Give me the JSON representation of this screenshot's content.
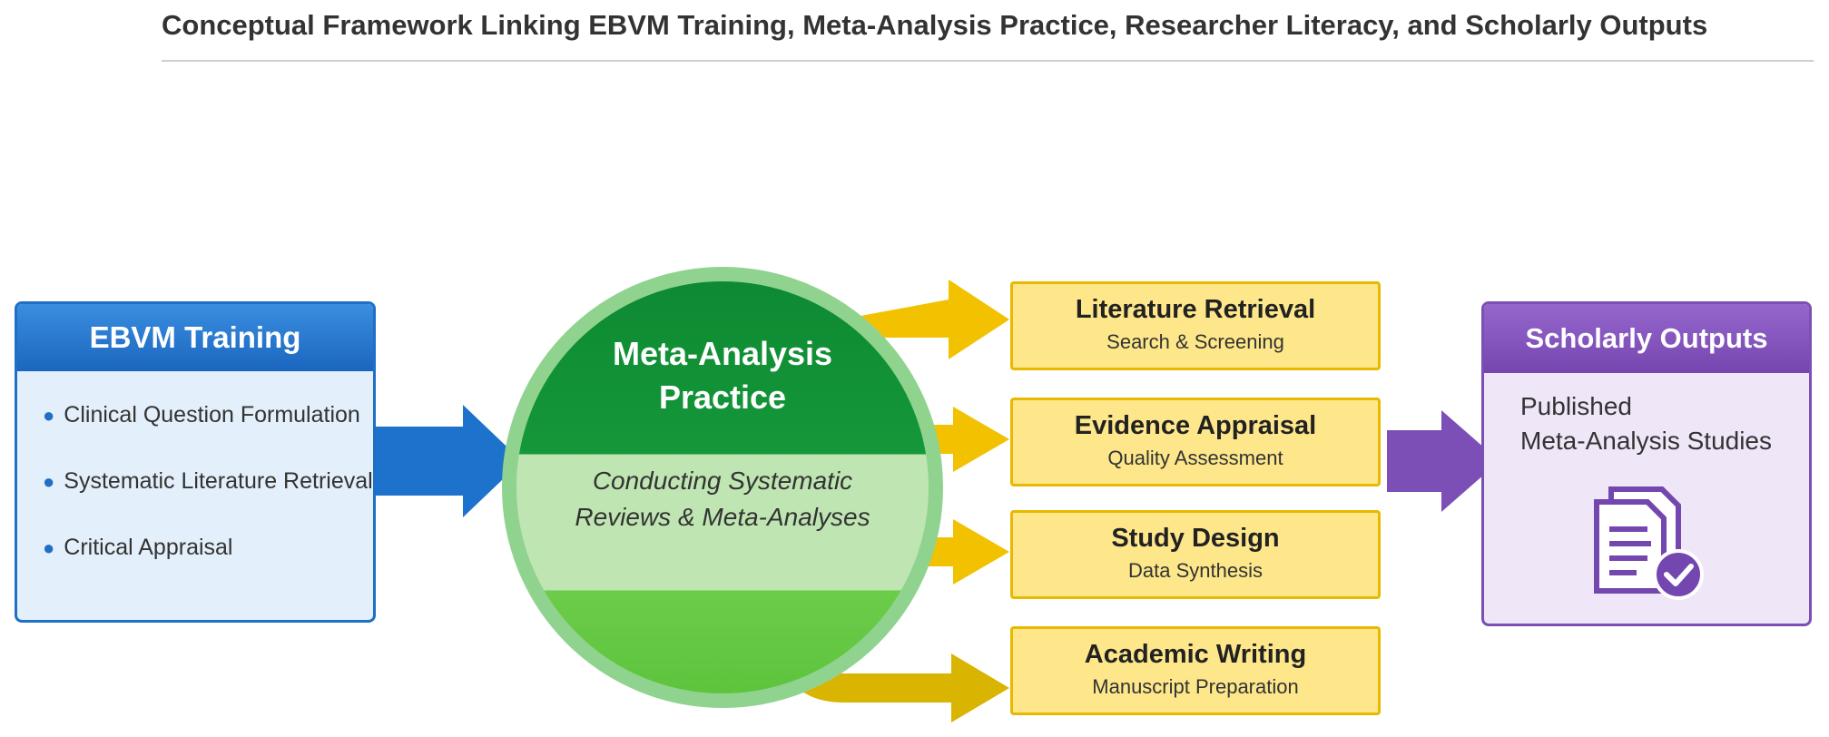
{
  "title": "Conceptual Framework Linking EBVM Training, Meta-Analysis Practice, Researcher Literacy, and Scholarly Outputs",
  "ebvm": {
    "heading": "EBVM Training",
    "items": [
      "Clinical Question Formulation",
      "Systematic Literature Retrieval",
      "Critical Appraisal"
    ]
  },
  "practice": {
    "title_line1": "Meta-Analysis",
    "title_line2": "Practice",
    "subtitle_line1": "Conducting Systematic",
    "subtitle_line2": "Reviews & Meta-Analyses"
  },
  "steps": [
    {
      "title": "Literature Retrieval",
      "subtitle": "Search & Screening"
    },
    {
      "title": "Evidence Appraisal",
      "subtitle": "Quality Assessment"
    },
    {
      "title": "Study Design",
      "subtitle": "Data Synthesis"
    },
    {
      "title": "Academic Writing",
      "subtitle": "Manuscript Preparation"
    }
  ],
  "outputs": {
    "heading": "Scholarly Outputs",
    "line1": "Published",
    "line2": "Meta-Analysis Studies",
    "icon": "document-check-icon"
  },
  "colors": {
    "ebvm_blue": "#1f6fc6",
    "practice_green": "#15973a",
    "step_yellow": "#fde78a",
    "arrow_yellow": "#f2c200",
    "output_purple": "#7c4fb5"
  }
}
